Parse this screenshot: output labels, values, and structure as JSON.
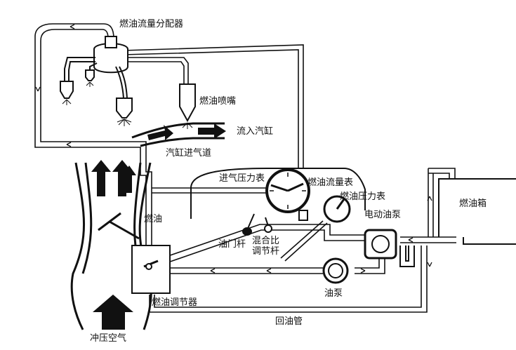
{
  "labels": {
    "distributor": "燃油流量分配器",
    "nozzle": "燃油喷嘴",
    "flow_into_cylinder": "流入汽缸",
    "intake_passage": "汽缸进气道",
    "intake_pressure_gauge": "进气压力表",
    "fuel_flow_meter": "燃油流量表",
    "fuel_pressure_gauge": "燃油压力表",
    "fuel_tank": "燃油箱",
    "electric_pump": "电动油泵",
    "fuel": "燃油",
    "throttle_lever": "油门杆",
    "mixture_lever_line1": "混合比",
    "mixture_lever_line2": "调节杆",
    "fuel_regulator": "燃油调节器",
    "pump": "油泵",
    "return_line": "回油管",
    "ram_air": "冲压空气"
  },
  "colors": {
    "line": "#111111",
    "background": "#ffffff"
  }
}
